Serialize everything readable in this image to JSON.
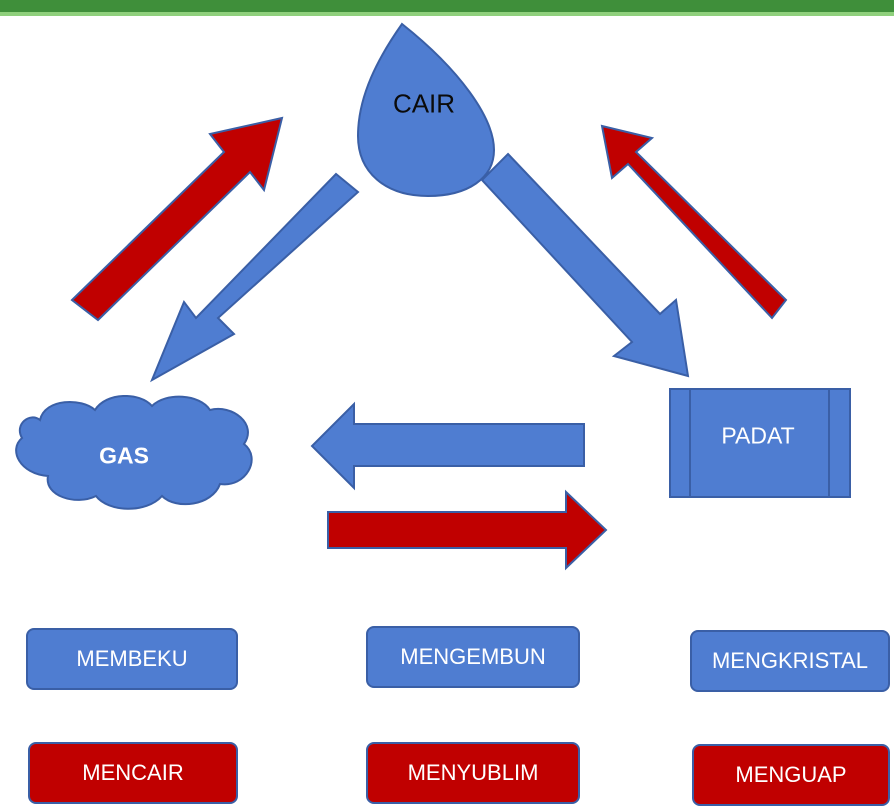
{
  "colors": {
    "blue": "#4f7dd1",
    "blue_edge": "#3a5fa6",
    "red": "#c00000",
    "header_green": "#3f8f3a"
  },
  "states": {
    "liquid": "CAIR",
    "gas": "GAS",
    "solid": "PADAT"
  },
  "terms": {
    "blue": [
      "MEMBEKU",
      "MENGEMBUN",
      "MENGKRISTAL"
    ],
    "red": [
      "MENCAIR",
      "MENYUBLIM",
      "MENGUAP"
    ]
  }
}
